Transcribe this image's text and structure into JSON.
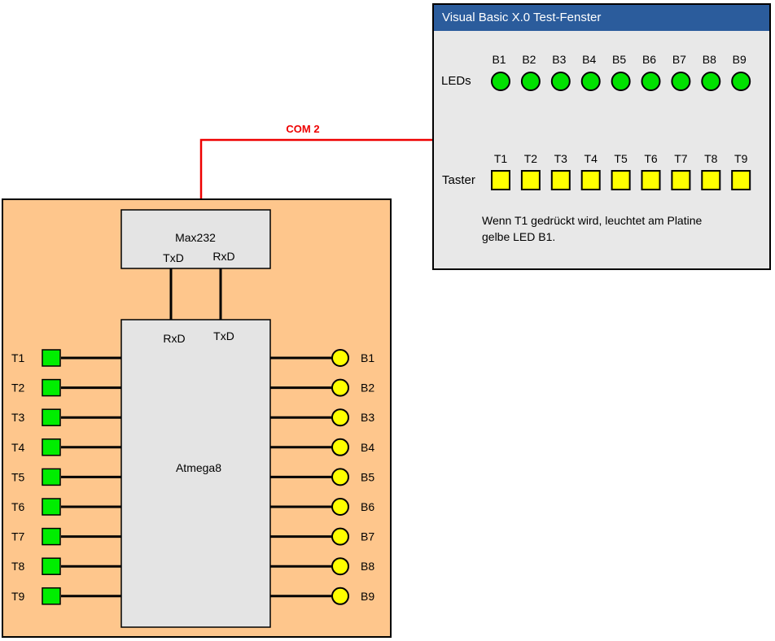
{
  "window": {
    "title": "Visual Basic X.0 Test-Fenster",
    "leds_label": "LEDs",
    "taster_label": "Taster",
    "led_labels": [
      "B1",
      "B2",
      "B3",
      "B4",
      "B5",
      "B6",
      "B7",
      "B8",
      "B9"
    ],
    "taster_labels": [
      "T1",
      "T2",
      "T3",
      "T4",
      "T5",
      "T6",
      "T7",
      "T8",
      "T9"
    ],
    "note_line1": "Wenn T1 gedrückt wird, leuchtet am Platine",
    "note_line2": "gelbe LED B1."
  },
  "connection": {
    "label": "COM 2"
  },
  "board": {
    "max232": {
      "label": "Max232",
      "txd": "TxD",
      "rxd": "RxD"
    },
    "mcu": {
      "label": "Atmega8",
      "rxd": "RxD",
      "txd": "TxD"
    },
    "inputs": [
      "T1",
      "T2",
      "T3",
      "T4",
      "T5",
      "T6",
      "T7",
      "T8",
      "T9"
    ],
    "outputs": [
      "B1",
      "B2",
      "B3",
      "B4",
      "B5",
      "B6",
      "B7",
      "B8",
      "B9"
    ]
  },
  "colors": {
    "board_fill": "#fec68c",
    "window_title_bg": "#2b5c9c",
    "window_bg": "#e8e8e8",
    "chip_fill": "#e4e4e4",
    "led_green": "#00e100",
    "yellow": "#ffff00",
    "input_green": "#00ee00",
    "com_line": "#ee0000"
  }
}
